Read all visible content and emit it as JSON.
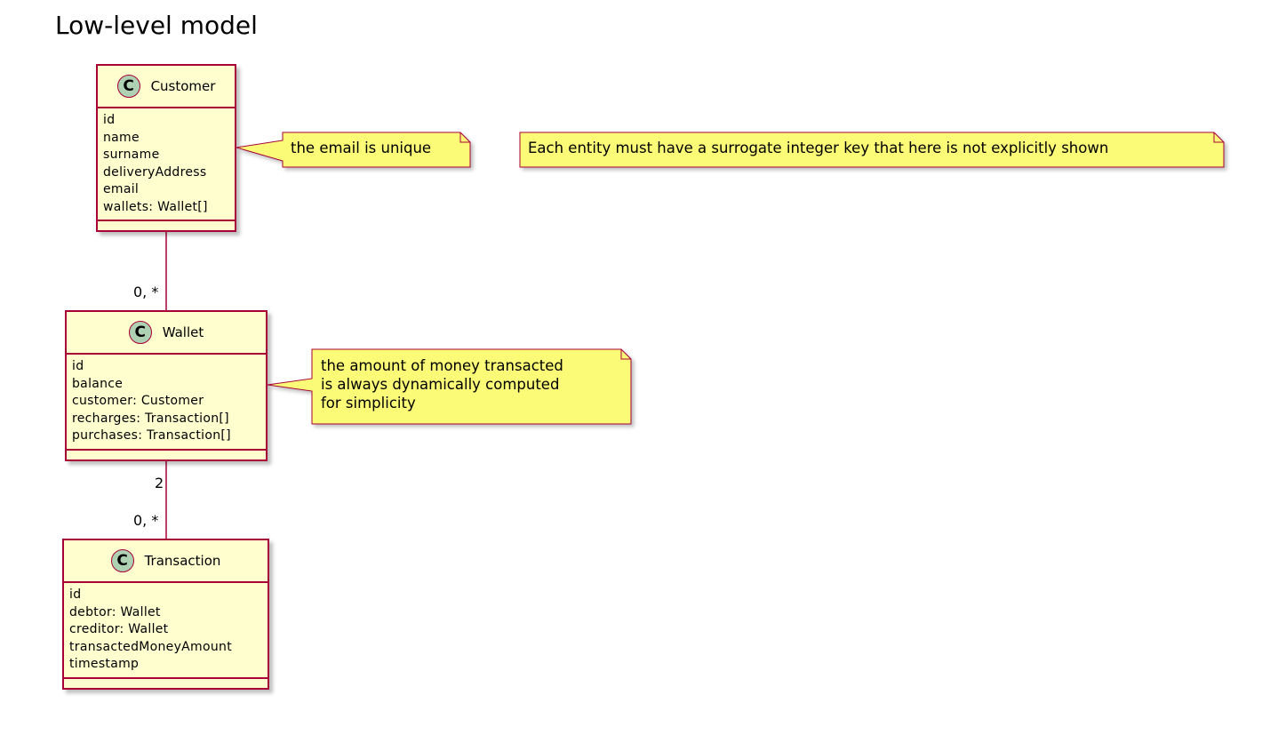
{
  "title": "Low-level model",
  "classes": {
    "customer": {
      "icon": "C",
      "name": "Customer",
      "attributes": [
        "id",
        "name",
        "surname",
        "deliveryAddress",
        "email",
        "wallets: Wallet[]"
      ]
    },
    "wallet": {
      "icon": "C",
      "name": "Wallet",
      "attributes": [
        "id",
        "balance",
        "customer: Customer",
        "recharges: Transaction[]",
        "purchases: Transaction[]"
      ]
    },
    "transaction": {
      "icon": "C",
      "name": "Transaction",
      "attributes": [
        "id",
        "debtor: Wallet",
        "creditor: Wallet",
        "transactedMoneyAmount",
        "timestamp"
      ]
    }
  },
  "notes": {
    "email": "the email is unique",
    "surrogate": "Each entity must have a surrogate integer key that here is not explicitly shown",
    "money": [
      "the amount of money transacted",
      "is always dynamically computed",
      "for simplicity"
    ]
  },
  "multiplicities": {
    "customer_wallet_wallet_end": "0, *",
    "wallet_transaction_wallet_end": "2",
    "wallet_transaction_transaction_end": "0, *"
  },
  "colors": {
    "class_fill": "#FEFECE",
    "class_border": "#A80036",
    "class_icon": "#ADD1B2",
    "note_fill": "#FBFB77",
    "note_border": "#A80036"
  }
}
